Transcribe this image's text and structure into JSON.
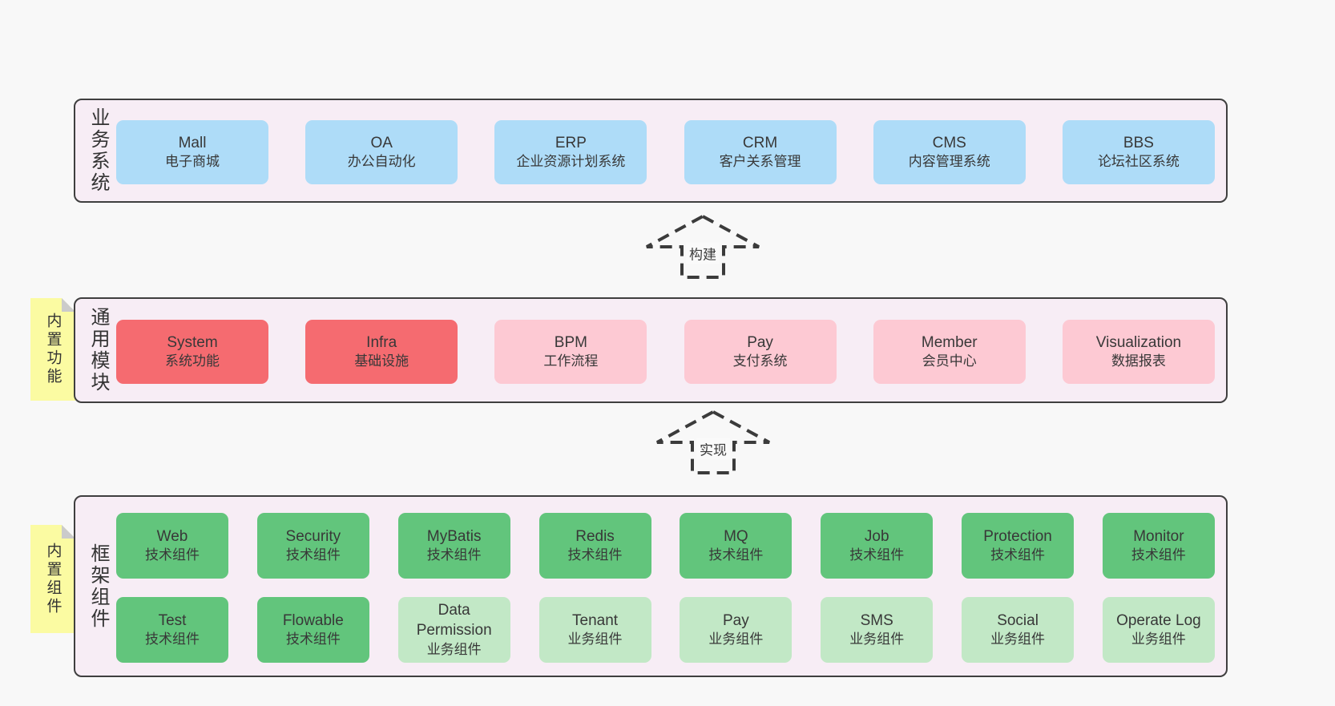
{
  "sections": [
    {
      "id": "business-systems",
      "label": "业务系统",
      "boxes": [
        {
          "name": "Mall",
          "desc": "电子商城"
        },
        {
          "name": "OA",
          "desc": "办公自动化"
        },
        {
          "name": "ERP",
          "desc": "企业资源计划系统"
        },
        {
          "name": "CRM",
          "desc": "客户关系管理"
        },
        {
          "name": "CMS",
          "desc": "内容管理系统"
        },
        {
          "name": "BBS",
          "desc": "论坛社区系统"
        }
      ]
    },
    {
      "id": "common-modules",
      "label": "通用模块",
      "note": "内置功能",
      "boxes": [
        {
          "name": "System",
          "desc": "系统功能"
        },
        {
          "name": "Infra",
          "desc": "基础设施"
        },
        {
          "name": "BPM",
          "desc": "工作流程"
        },
        {
          "name": "Pay",
          "desc": "支付系统"
        },
        {
          "name": "Member",
          "desc": "会员中心"
        },
        {
          "name": "Visualization",
          "desc": "数据报表"
        }
      ]
    },
    {
      "id": "framework-components",
      "label": "框架组件",
      "note": "内置组件",
      "row1": [
        {
          "name": "Web",
          "desc": "技术组件"
        },
        {
          "name": "Security",
          "desc": "技术组件"
        },
        {
          "name": "MyBatis",
          "desc": "技术组件"
        },
        {
          "name": "Redis",
          "desc": "技术组件"
        },
        {
          "name": "MQ",
          "desc": "技术组件"
        },
        {
          "name": "Job",
          "desc": "技术组件"
        },
        {
          "name": "Protection",
          "desc": "技术组件"
        },
        {
          "name": "Monitor",
          "desc": "技术组件"
        }
      ],
      "row2": [
        {
          "name": "Test",
          "desc": "技术组件"
        },
        {
          "name": "Flowable",
          "desc": "技术组件"
        },
        {
          "name": "Data Permission",
          "desc": "业务组件"
        },
        {
          "name": "Tenant",
          "desc": "业务组件"
        },
        {
          "name": "Pay",
          "desc": "业务组件"
        },
        {
          "name": "SMS",
          "desc": "业务组件"
        },
        {
          "name": "Social",
          "desc": "业务组件"
        },
        {
          "name": "Operate Log",
          "desc": "业务组件"
        }
      ]
    }
  ],
  "arrows": [
    {
      "label": "构建"
    },
    {
      "label": "实现"
    }
  ],
  "colors": {
    "background": "#f8f8f8",
    "panel_fill": "#f7edf5",
    "panel_border": "#3f3f3f",
    "business_box": "#aedcf8",
    "core_module_box": "#f56b70",
    "optional_module_box": "#fdc9d3",
    "tech_component_box": "#62c57c",
    "biz_component_box": "#c2e8c6",
    "note_fill": "#fbfba2",
    "arrow_stroke": "#3b3b3b"
  }
}
